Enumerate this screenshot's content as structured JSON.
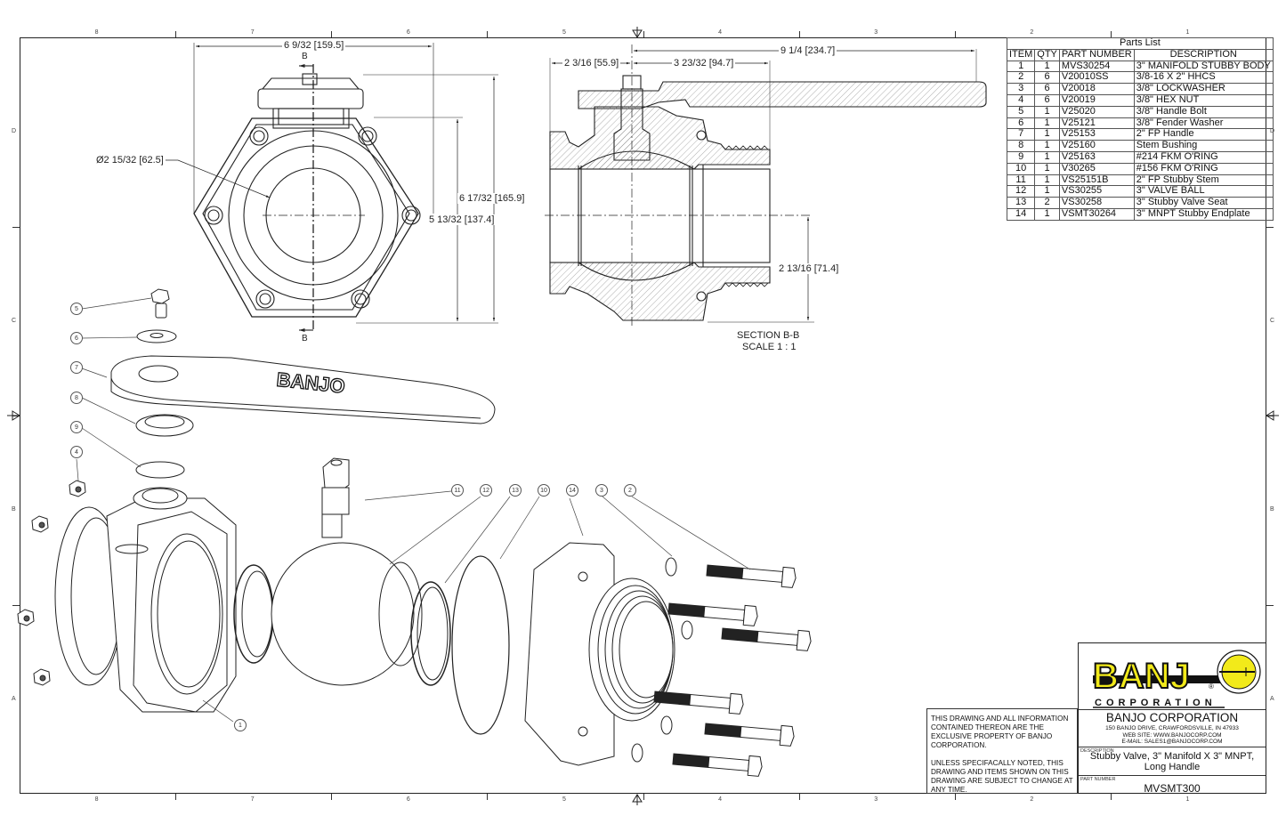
{
  "border": {
    "columns": [
      "8",
      "7",
      "6",
      "5",
      "4",
      "3",
      "2",
      "1"
    ],
    "rows": [
      "D",
      "C",
      "B",
      "A"
    ]
  },
  "top_view": {
    "width_dim": "6 9/32 [159.5]",
    "height_dim": "6 17/32 [165.9]",
    "flange_dim": "5 13/32 [137.4]",
    "bore_dim": "Ø2 15/32 [62.5]",
    "section_mark_top": "B",
    "section_mark_bottom": "B"
  },
  "section_view": {
    "overall_dim": "9 1/4 [234.7]",
    "left_dim": "2 3/16 [55.9]",
    "center_dim": "3 23/32 [94.7]",
    "height_dim": "2 13/16 [71.4]",
    "caption_line1": "SECTION B-B",
    "caption_line2": "SCALE 1 : 1"
  },
  "exploded_view": {
    "handle_logo": "BANJO",
    "callouts": [
      "5",
      "6",
      "7",
      "8",
      "9",
      "4",
      "11",
      "12",
      "13",
      "10",
      "14",
      "3",
      "2",
      "1"
    ]
  },
  "parts_list": {
    "title": "Parts List",
    "headers": [
      "ITEM",
      "QTY",
      "PART NUMBER",
      "DESCRIPTION"
    ],
    "rows": [
      [
        "1",
        "1",
        "MVS30254",
        "3\" MANIFOLD STUBBY BODY"
      ],
      [
        "2",
        "6",
        "V20010SS",
        "3/8-16 X 2\" HHCS"
      ],
      [
        "3",
        "6",
        "V20018",
        "3/8\" LOCKWASHER"
      ],
      [
        "4",
        "6",
        "V20019",
        "3/8\" HEX NUT"
      ],
      [
        "5",
        "1",
        "V25020",
        "3/8\" Handle Bolt"
      ],
      [
        "6",
        "1",
        "V25121",
        "3/8\" Fender Washer"
      ],
      [
        "7",
        "1",
        "V25153",
        "2\" FP Handle"
      ],
      [
        "8",
        "1",
        "V25160",
        "Stem Bushing"
      ],
      [
        "9",
        "1",
        "V25163",
        "#214 FKM O'RING"
      ],
      [
        "10",
        "1",
        "V30265",
        "#156 FKM O'RING"
      ],
      [
        "11",
        "1",
        "VS25151B",
        "2\" FP Stubby Stem"
      ],
      [
        "12",
        "1",
        "VS30255",
        "3\" VALVE BALL"
      ],
      [
        "13",
        "2",
        "VS30258",
        "3\" Stubby Valve Seat"
      ],
      [
        "14",
        "1",
        "VSMT30264",
        "3\" MNPT Stubby Endplate"
      ]
    ]
  },
  "disclaimer": {
    "para1": "THIS DRAWING AND ALL INFORMATION CONTAINED THEREON ARE THE EXCLUSIVE PROPERTY OF BANJO CORPORATION.",
    "para2": "UNLESS SPECIFACALLY NOTED, THIS DRAWING AND ITEMS SHOWN ON THIS DRAWING ARE SUBJECT TO CHANGE AT ANY TIME."
  },
  "title_block": {
    "logo_text": "BANJ",
    "logo_sub": "CORPORATION",
    "logo_registered": "®",
    "logo_colors": {
      "yellow": "#F2EA1A",
      "black": "#111111"
    },
    "company": "BANJO CORPORATION",
    "address": "150 BANJO DRIVE, CRAWFORDSVILLE, IN 47933",
    "website": "WEB SITE: WWW.BANJOCORP.COM",
    "email": "E-MAIL: SALES1@BANJOCORP.COM",
    "description_label": "DESCRIPTION",
    "description_line1": "Stubby Valve, 3\" Manifold X 3\" MNPT,",
    "description_line2": "Long Handle",
    "part_number_label": "PART NUMBER",
    "part_number": "MVSMT300"
  }
}
